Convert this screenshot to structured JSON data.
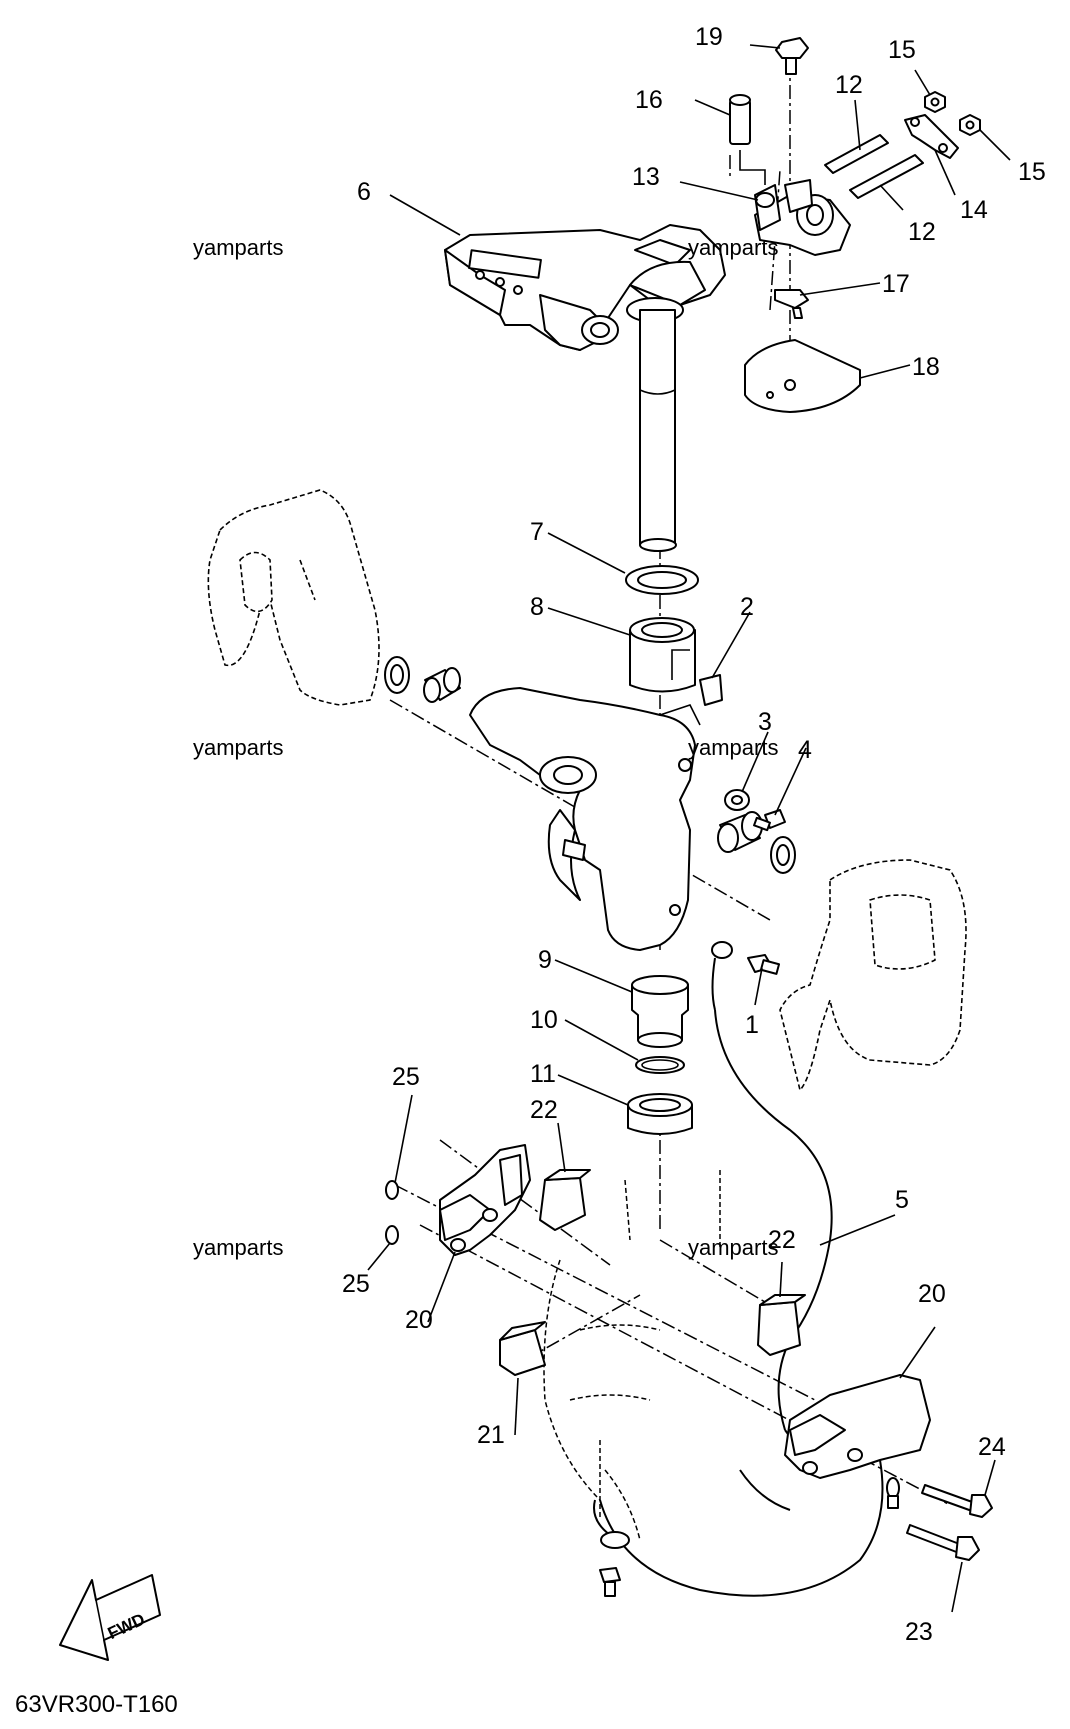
{
  "drawing_code": "63VR300-T160",
  "watermarks": [
    "yamparts",
    "yamparts",
    "yamparts",
    "yamparts",
    "yamparts",
    "yamparts"
  ],
  "fwd_label": "FWD",
  "callouts": {
    "c1": "1",
    "c2": "2",
    "c3": "3",
    "c4": "4",
    "c5": "5",
    "c6": "6",
    "c7": "7",
    "c8": "8",
    "c9": "9",
    "c10": "10",
    "c11": "11",
    "c12a": "12",
    "c12b": "12",
    "c13": "13",
    "c14": "14",
    "c15a": "15",
    "c15b": "15",
    "c16": "16",
    "c17": "17",
    "c18": "18",
    "c19": "19",
    "c20a": "20",
    "c20b": "20",
    "c21": "21",
    "c22a": "22",
    "c22b": "22",
    "c23": "23",
    "c24": "24",
    "c25a": "25",
    "c25b": "25"
  },
  "colors": {
    "ink": "#000000",
    "paper": "#ffffff"
  }
}
